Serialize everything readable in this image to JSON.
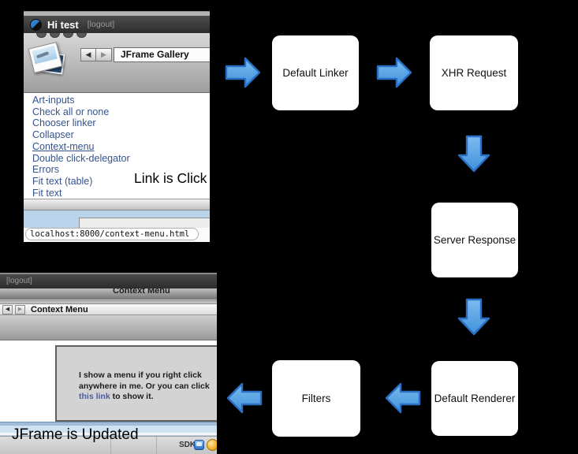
{
  "canvas": {
    "background": "#000000"
  },
  "flow": {
    "arrow_fill": "#58a7e8",
    "arrow_stroke": "#2b6fc4",
    "boxes": {
      "default_linker": "Default Linker",
      "xhr_request": "XHR Request",
      "server_response": "Server Response",
      "default_renderer": "Default Renderer",
      "filters": "Filters"
    }
  },
  "annotations": {
    "link_clicked": "Link is Click",
    "jframe_updated": "JFrame is Updated"
  },
  "gallery_window": {
    "app_title": "Hi test",
    "logout_label": "[logout]",
    "back_glyph": "◀",
    "forward_glyph": "▶",
    "nav_dropdown": "JFrame Gallery",
    "links": [
      "Art-inputs",
      "Check all or none",
      "Chooser linker",
      "Collapser",
      "Context-menu",
      "Double click-delegator",
      "Errors",
      "Fit text (table)",
      "Fit text"
    ],
    "status_url": "localhost:8000/context-menu.html"
  },
  "context_window": {
    "logout_label": "[logout]",
    "window_title": "Context Menu",
    "back_glyph": "◀",
    "forward_glyph": "▶",
    "nav_title": "Context Menu",
    "body_line1": "I show a menu if you right click",
    "body_line2": "anywhere in me. Or you can click",
    "body_link": "this link",
    "body_line3": " to show it.",
    "sdk_label": "SDK"
  }
}
